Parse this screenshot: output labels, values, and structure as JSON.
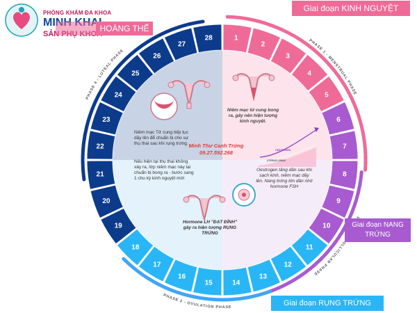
{
  "logo": {
    "line1": "PHÒNG KHÁM ĐA KHOA",
    "line2": "MINH KHAI",
    "line3": "SẢN PHỤ KHOA"
  },
  "banners": {
    "menstrual": "Giai đoạn KINH NGUYỆT",
    "luteal": "HOÀNG THỂ",
    "follicular": "Giai đoạn NANG TRỨNG",
    "ovulation": "Giai đoạn RỤNG TRỨNG"
  },
  "phases": {
    "menstrual": "PHASE 1 - MENSTRUAL PHASE",
    "follicular": "PHASE 2 - FOLLICULAR PHASE",
    "ovulation": "PHASE 3 - OVULATION PHASE",
    "luteal": "PHASE 4 - LUTEAL PHASE"
  },
  "days": [
    "1",
    "2",
    "3",
    "4",
    "5",
    "6",
    "7",
    "8",
    "9",
    "10",
    "11",
    "12",
    "13",
    "14",
    "15",
    "16",
    "17",
    "18",
    "19",
    "20",
    "21",
    "22",
    "23",
    "24",
    "25",
    "26",
    "27",
    "28"
  ],
  "notes": {
    "luteal_1": "Niêm mạc Tử cung tiếp tục dầy lên để chuẩn bị cho sự thụ thai sau khi rụng trứng.",
    "luteal_2": "Nếu hiện tại thụ thai không xảy ra, lớp niêm mạc này lại chuẩn bị bong ra - bước sang 1 chu kỳ kinh nguyệt mới",
    "menstrual": "Niêm mạc tử cung bong ra, gây nên hiện tượng kinh nguyệt.",
    "follicular": "Oestrogen tăng dần sau khi sạch kinh, niêm mạc dầy lên. Nang trứng lớn dần nhờ hormone FSH",
    "ovulation": "Hormone LH \"ĐẠT ĐỈNH\" gây ra hiện tượng RỤNG TRỨNG"
  },
  "chart_labels": {
    "oestrogen": "OESTROGEN",
    "lining": "UTERUS LINING"
  },
  "watermark": {
    "name": "Minh Thư Canh Trứng",
    "phone": "09.27.592.268"
  },
  "colors": {
    "pink": "#ef6b97",
    "purple": "#a85bd0",
    "sky": "#29b6f6",
    "navy": "#0d3b8c"
  }
}
